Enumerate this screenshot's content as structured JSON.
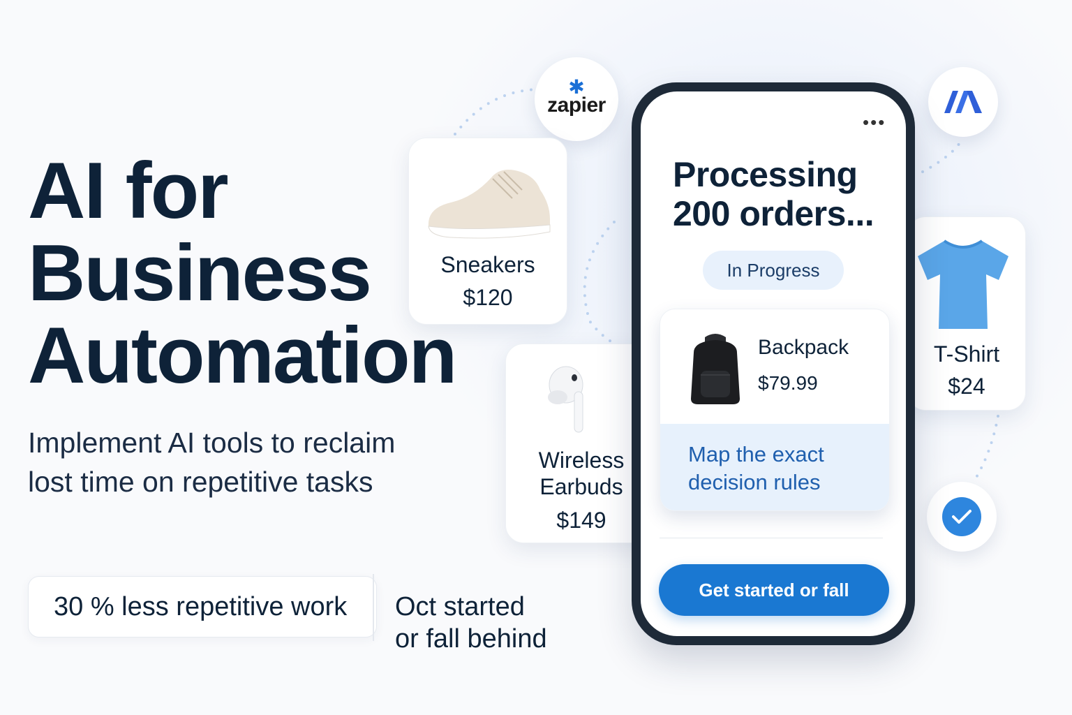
{
  "hero": {
    "headline_line1": "AI for",
    "headline_line2": "Business",
    "headline_line3": "Automation",
    "subhead_line1": "Implement AI tools to reclaim",
    "subhead_line2": "lost time on repetitive tasks",
    "stat": "30 % less repetitive work",
    "cta_line1": "Oct started",
    "cta_line2": "or fall behind"
  },
  "integrations": {
    "zapier_label": "zapier",
    "icons": [
      "zapier-logo",
      "make-logo",
      "checkmark-icon"
    ]
  },
  "products": [
    {
      "name": "Sneakers",
      "price": "$120",
      "icon": "sneaker-image"
    },
    {
      "name_line1": "Wireless",
      "name_line2": "Earbuds",
      "price": "$149",
      "icon": "earbud-image"
    },
    {
      "name": "T-Shirt",
      "price": "$24",
      "icon": "tshirt-image"
    }
  ],
  "phone": {
    "menu": "•••",
    "title_line1": "Processing",
    "title_line2": "200 orders...",
    "status": "In Progress",
    "order": {
      "name": "Backpack",
      "price": "$79.99",
      "icon": "backpack-image"
    },
    "note_line1": "Map the exact",
    "note_line2": "decision rules",
    "button_label": "Get started or fall"
  },
  "colors": {
    "navy": "#0e2238",
    "accent_blue": "#1a78d2",
    "light_blue": "#e7f1fc",
    "make_blue": "#2f5fd8",
    "check_blue": "#2e86de"
  }
}
